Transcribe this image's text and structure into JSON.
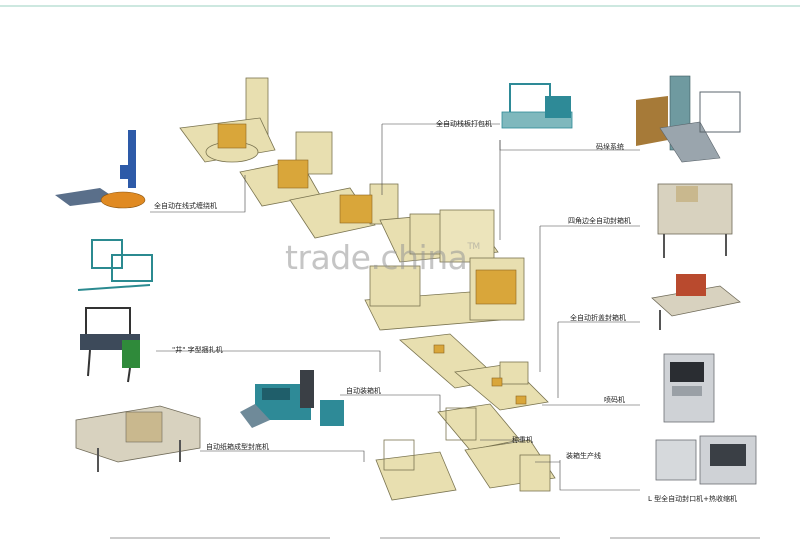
{
  "watermark": {
    "text": "trade.china",
    "mark": "TM"
  },
  "labels": {
    "auto_online_wrapper": "全自动在线式缠绕机",
    "auto_strapping": "全自动栈板打包机",
    "palletizing_system": "码垛系统",
    "four_corner_sealer": "四角边全自动封箱机",
    "i_type_sealer": "\"井\" 字型捆扎机",
    "auto_fold_sealer": "全自动折盖封箱机",
    "auto_case_packer": "自动装箱机",
    "inkjet_printer": "喷码机",
    "auto_erector_bottom_sealer": "自动纸箱成型封底机",
    "check_weigher": "称重机",
    "packing_line": "装箱生产线",
    "l_type_shrink": "L 型全自动封口机+热收缩机"
  },
  "colors": {
    "machine_body": "#e8dfb0",
    "machine_line": "#7a7450",
    "carton": "#d9a63a",
    "steel": "#9aa5ad",
    "blue": "#2d5aa8",
    "teal": "#3f8f9a"
  }
}
